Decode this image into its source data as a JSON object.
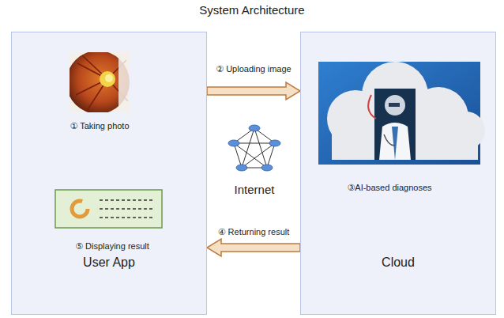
{
  "diagram": {
    "title": "System Architecture",
    "nodes": [
      {
        "text": [
          "User App"
        ]
      },
      {
        "text": [
          "Cloud"
        ]
      }
    ],
    "edges": [
      {
        "from": 0,
        "to": 1,
        "label": "② Uploading image",
        "arrow": "to"
      },
      {
        "from": 1,
        "to": 0,
        "label": "④ Returning result",
        "arrow": "to"
      }
    ],
    "labels": [
      "① Taking photo",
      "Internet",
      "③AI-based diagnoses",
      "⑤ Displaying result"
    ]
  }
}
